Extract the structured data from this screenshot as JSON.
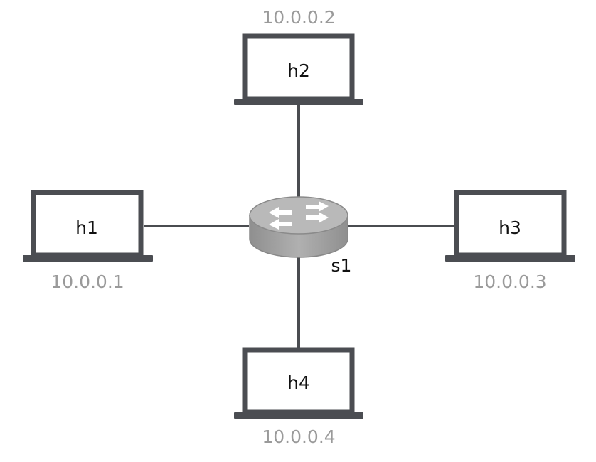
{
  "switch": {
    "label": "s1"
  },
  "hosts": [
    {
      "id": "h1",
      "label": "h1",
      "ip": "10.0.0.1"
    },
    {
      "id": "h2",
      "label": "h2",
      "ip": "10.0.0.2"
    },
    {
      "id": "h3",
      "label": "h3",
      "ip": "10.0.0.3"
    },
    {
      "id": "h4",
      "label": "h4",
      "ip": "10.0.0.4"
    }
  ],
  "links": [
    [
      "s1",
      "h1"
    ],
    [
      "s1",
      "h2"
    ],
    [
      "s1",
      "h3"
    ],
    [
      "s1",
      "h4"
    ]
  ],
  "colors": {
    "device": "#4b4d52",
    "link": "#4a4c50",
    "ip_text": "#9a9a9a",
    "switch_body": "#9e9e9e",
    "switch_top": "#b8b8b8"
  },
  "icons": {
    "host": "laptop-icon",
    "switch": "switch-icon"
  }
}
